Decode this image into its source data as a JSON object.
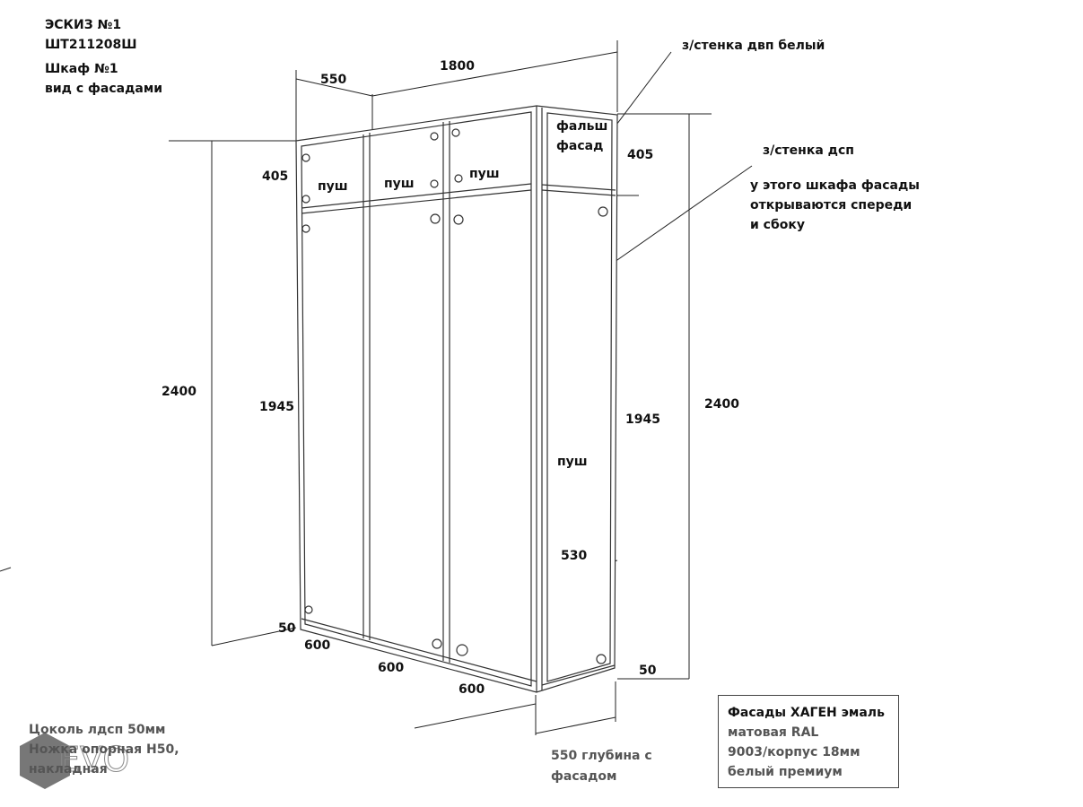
{
  "title": {
    "line1": "ЭСКИЗ №1",
    "line2": "ШТ211208Ш",
    "line3": "Шкаф №1",
    "line4": "вид с фасадами"
  },
  "dimensions": {
    "depth_top": "550",
    "width_top": "1800",
    "top_left_height": "405",
    "top_right_height": "405",
    "total_left": "2400",
    "total_right": "2400",
    "door_left": "1945",
    "door_right": "1945",
    "plinth_left": "50",
    "plinth_right": "50",
    "section1": "600",
    "section2": "600",
    "section3": "600",
    "inner_depth": "530"
  },
  "labels": {
    "push1": "пуш",
    "push2": "пуш",
    "push3": "пуш",
    "push_side": "пуш",
    "false_facade_1": "фальш",
    "false_facade_2": "фасад",
    "back_wall": "з/стенка двп белый",
    "side_wall": "з/стенка дсп",
    "note1": "у этого шкафа фасады",
    "note2": "открываются спереди",
    "note3": "и сбоку",
    "depth_note1": "550 глубина с",
    "depth_note2": "фасадом"
  },
  "plinth_note": {
    "line1": "Цоколь лдсп 50мм",
    "line2": "Ножка опорная Н50,",
    "line3": "накладная"
  },
  "spec_box": {
    "line1": "Фасады ХАГЕН эмаль",
    "line2": "матовая RAL",
    "line3": "9003/корпус 18мм",
    "line4": "белый премиум"
  },
  "logo": "EVO"
}
